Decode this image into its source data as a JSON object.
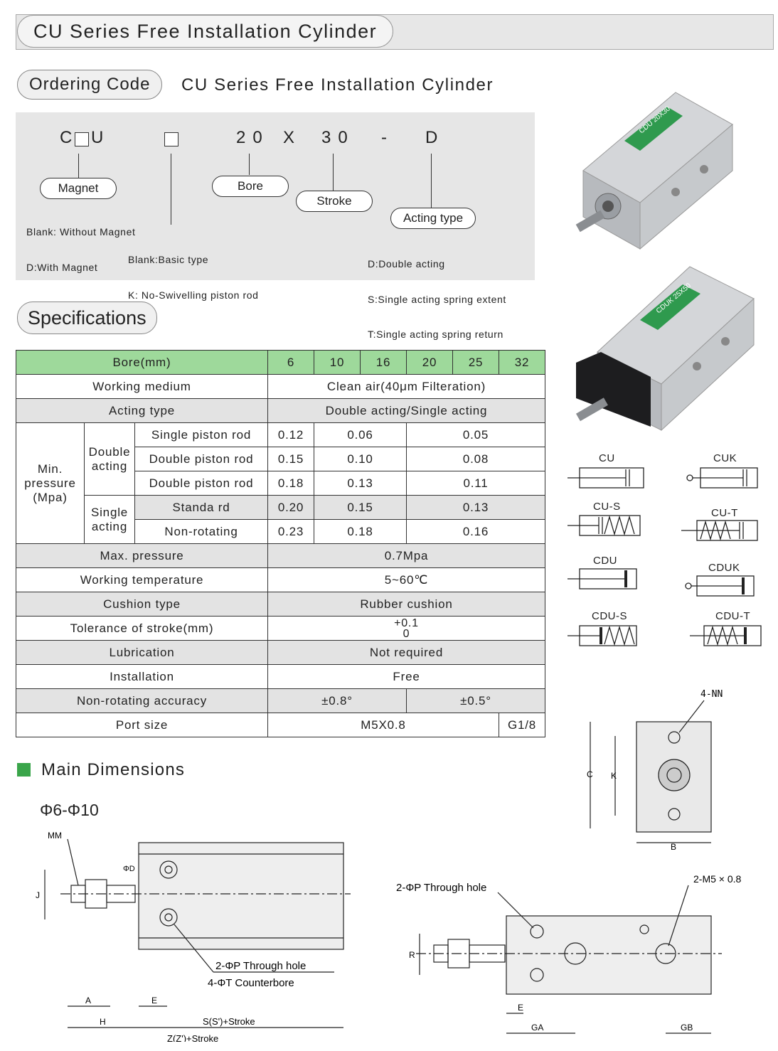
{
  "header": {
    "title": "CU Series Free Installation Cylinder"
  },
  "ordering": {
    "pill": "Ordering Code",
    "title": "CU Series Free Installation Cylinder",
    "code": {
      "c": "C",
      "u": "U",
      "bore": "20",
      "x": "X",
      "stroke": "30",
      "dash": "-",
      "type": "D"
    },
    "labels": {
      "magnet": "Magnet",
      "bore": "Bore",
      "stroke": "Stroke",
      "acting": "Acting type"
    },
    "magnet_notes": [
      "Blank: Without Magnet",
      "D:With Magnet"
    ],
    "basic_notes": [
      "Blank:Basic type",
      "K: No-Swivelling piston rod"
    ],
    "acting_notes": [
      "D:Double acting",
      "S:Single acting spring extent",
      "T:Single acting spring return"
    ]
  },
  "product_labels": [
    "CDU 20X30",
    "CDUK 25X50"
  ],
  "specifications": {
    "pill": "Specifications",
    "bore_header": "Bore(mm)",
    "bores": [
      "6",
      "10",
      "16",
      "20",
      "25",
      "32"
    ],
    "rows": {
      "medium": {
        "label": "Working medium",
        "value": "Clean air(40μm Filteration)"
      },
      "acting": {
        "label": "Acting type",
        "value": "Double acting/Single acting"
      },
      "min_pressure": "Min. pressure (Mpa)",
      "double_acting": "Double acting",
      "single_acting": "Single acting",
      "sub": [
        {
          "label": "Single piston rod",
          "v6": "0.12",
          "v1016": "0.06",
          "v2032": "0.05"
        },
        {
          "label": "Double piston rod",
          "v6": "0.15",
          "v1016": "0.10",
          "v2032": "0.08"
        },
        {
          "label": "Double piston rod",
          "v6": "0.18",
          "v1016": "0.13",
          "v2032": "0.11"
        },
        {
          "label": "Standa rd",
          "v6": "0.20",
          "v1016": "0.15",
          "v2032": "0.13"
        },
        {
          "label": "Non-rotating",
          "v6": "0.23",
          "v1016": "0.18",
          "v2032": "0.16"
        }
      ],
      "max_pressure": {
        "label": "Max. pressure",
        "value": "0.7Mpa"
      },
      "temperature": {
        "label": "Working temperature",
        "value": "5~60℃"
      },
      "cushion": {
        "label": "Cushion type",
        "value": "Rubber cushion"
      },
      "tolerance": {
        "label": "Tolerance of stroke(mm)",
        "upper": "+0.1",
        "lower": "0"
      },
      "lubrication": {
        "label": "Lubrication",
        "value": "Not required"
      },
      "installation": {
        "label": "Installation",
        "value": "Free"
      },
      "accuracy": {
        "label": "Non-rotating accuracy",
        "v1": "±0.8°",
        "v2": "±0.5°"
      },
      "port": {
        "label": "Port size",
        "v1": "M5X0.8",
        "v2": "G1/8"
      }
    }
  },
  "symbols": [
    "CU",
    "CUK",
    "CU-S",
    "CU-T",
    "CDU",
    "CDUK",
    "CDU-S",
    "CDU-T"
  ],
  "dimensions": {
    "title": "Main Dimensions",
    "range": "Φ6-Φ10",
    "labels": {
      "mm": "MM",
      "j": "J",
      "d": "ΦD",
      "a": "A",
      "e": "E",
      "h": "H",
      "s": "S(S')+Stroke",
      "z": "Z(Z')+Stroke",
      "through": "2-ΦP Through hole",
      "counterbore": "4-ΦT Counterbore",
      "through2": "2-ΦP Through hole",
      "m5": "2-M5 × 0.8",
      "r": "R",
      "e2": "E",
      "ga": "GA",
      "gb": "GB",
      "nn": "4-NN",
      "c": "C",
      "k": "K",
      "b": "B"
    }
  },
  "colors": {
    "header_green": "#9ed99b",
    "row_gray": "#e3e3e3",
    "bullet_green": "#3aa54a",
    "box_gray": "#e6e6e6"
  }
}
